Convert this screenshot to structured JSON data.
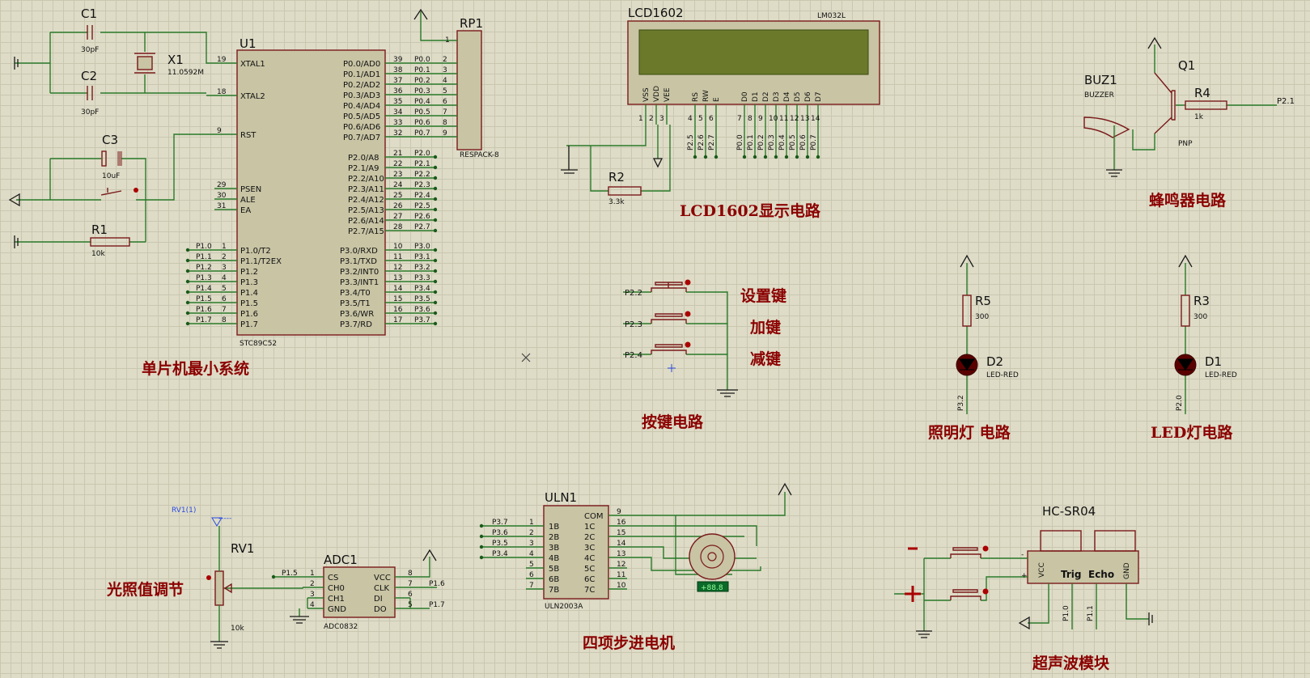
{
  "components": {
    "c1": {
      "ref": "C1",
      "value": "30pF"
    },
    "c2": {
      "ref": "C2",
      "value": "30pF"
    },
    "c3": {
      "ref": "C3",
      "value": "10uF"
    },
    "x1": {
      "ref": "X1",
      "value": "11.0592M"
    },
    "r1": {
      "ref": "R1",
      "value": "10k"
    },
    "r2": {
      "ref": "R2",
      "value": "3.3k"
    },
    "r3": {
      "ref": "R3",
      "value": "300"
    },
    "r4": {
      "ref": "R4",
      "value": "1k"
    },
    "r5": {
      "ref": "R5",
      "value": "300"
    },
    "u1": {
      "ref": "U1",
      "part": "STC89C52"
    },
    "rp1": {
      "ref": "RP1",
      "part": "RESPACK-8"
    },
    "lcd": {
      "ref": "LCD1602",
      "part": "LM032L"
    },
    "buz1": {
      "ref": "BUZ1",
      "part": "BUZZER"
    },
    "q1": {
      "ref": "Q1",
      "part": "PNP"
    },
    "d1": {
      "ref": "D1",
      "part": "LED-RED"
    },
    "d2": {
      "ref": "D2",
      "part": "LED-RED"
    },
    "rv1": {
      "ref": "RV1",
      "value": "10k",
      "probe": "RV1(1)",
      "probe_val": "-----"
    },
    "adc1": {
      "ref": "ADC1",
      "part": "ADC0832"
    },
    "uln1": {
      "ref": "ULN1",
      "part": "ULN2003A"
    },
    "hcsr04": {
      "ref": "HC-SR04",
      "pin_vcc": "VCC",
      "pin_trig": "Trig",
      "pin_echo": "Echo",
      "pin_gnd": "GND",
      "minus": "-",
      "plus": "+"
    }
  },
  "sections": {
    "mcu": "单片机最小系统",
    "lcd": "LCD1602显示电路",
    "keys": "按键电路",
    "buzzer": "蜂鸣器电路",
    "lighting": "照明灯 电路",
    "led": "LED灯电路",
    "light_adjust": "光照值调节",
    "stepper": "四项步进电机",
    "ultrasonic": "超声波模块"
  },
  "keys": {
    "set": "设置键",
    "add": "加键",
    "sub": "减键",
    "p22": "P2.2",
    "p23": "P2.3",
    "p24": "P2.4"
  },
  "u1_left": [
    {
      "pin": "19",
      "name": "XTAL1"
    },
    {
      "pin": "18",
      "name": "XTAL2"
    },
    {
      "pin": "9",
      "name": "RST"
    },
    {
      "pin": "29",
      "name": "PSEN"
    },
    {
      "pin": "30",
      "name": "ALE"
    },
    {
      "pin": "31",
      "name": "EA"
    }
  ],
  "u1_p1": [
    {
      "pin": "1",
      "name": "P1.0/T2",
      "net": "P1.0"
    },
    {
      "pin": "2",
      "name": "P1.1/T2EX",
      "net": "P1.1"
    },
    {
      "pin": "3",
      "name": "P1.2",
      "net": "P1.2"
    },
    {
      "pin": "4",
      "name": "P1.3",
      "net": "P1.3"
    },
    {
      "pin": "5",
      "name": "P1.4",
      "net": "P1.4"
    },
    {
      "pin": "6",
      "name": "P1.5",
      "net": "P1.5"
    },
    {
      "pin": "7",
      "name": "P1.6",
      "net": "P1.6"
    },
    {
      "pin": "8",
      "name": "P1.7",
      "net": "P1.7"
    }
  ],
  "u1_p0": [
    {
      "pin": "39",
      "name": "P0.0/AD0",
      "net": "P0.0",
      "rp": "2"
    },
    {
      "pin": "38",
      "name": "P0.1/AD1",
      "net": "P0.1",
      "rp": "3"
    },
    {
      "pin": "37",
      "name": "P0.2/AD2",
      "net": "P0.2",
      "rp": "4"
    },
    {
      "pin": "36",
      "name": "P0.3/AD3",
      "net": "P0.3",
      "rp": "5"
    },
    {
      "pin": "35",
      "name": "P0.4/AD4",
      "net": "P0.4",
      "rp": "6"
    },
    {
      "pin": "34",
      "name": "P0.5/AD5",
      "net": "P0.5",
      "rp": "7"
    },
    {
      "pin": "33",
      "name": "P0.6/AD6",
      "net": "P0.6",
      "rp": "8"
    },
    {
      "pin": "32",
      "name": "P0.7/AD7",
      "net": "P0.7",
      "rp": "9"
    }
  ],
  "u1_p2": [
    {
      "pin": "21",
      "name": "P2.0/A8",
      "net": "P2.0"
    },
    {
      "pin": "22",
      "name": "P2.1/A9",
      "net": "P2.1"
    },
    {
      "pin": "23",
      "name": "P2.2/A10",
      "net": "P2.2"
    },
    {
      "pin": "24",
      "name": "P2.3/A11",
      "net": "P2.3"
    },
    {
      "pin": "25",
      "name": "P2.4/A12",
      "net": "P2.4"
    },
    {
      "pin": "26",
      "name": "P2.5/A13",
      "net": "P2.5"
    },
    {
      "pin": "27",
      "name": "P2.6/A14",
      "net": "P2.6"
    },
    {
      "pin": "28",
      "name": "P2.7/A15",
      "net": "P2.7"
    }
  ],
  "u1_p3": [
    {
      "pin": "10",
      "name": "P3.0/RXD",
      "net": "P3.0"
    },
    {
      "pin": "11",
      "name": "P3.1/TXD",
      "net": "P3.1"
    },
    {
      "pin": "12",
      "name": "P3.2/INT0",
      "net": "P3.2"
    },
    {
      "pin": "13",
      "name": "P3.3/INT1",
      "net": "P3.3"
    },
    {
      "pin": "14",
      "name": "P3.4/T0",
      "net": "P3.4"
    },
    {
      "pin": "15",
      "name": "P3.5/T1",
      "net": "P3.5"
    },
    {
      "pin": "16",
      "name": "P3.6/WR",
      "net": "P3.6"
    },
    {
      "pin": "17",
      "name": "P3.7/RD",
      "net": "P3.7"
    }
  ],
  "rp1_pin1": "1",
  "lcd_pins": [
    {
      "name": "VSS",
      "pin": "1",
      "net": ""
    },
    {
      "name": "VDD",
      "pin": "2",
      "net": ""
    },
    {
      "name": "VEE",
      "pin": "3",
      "net": ""
    },
    {
      "name": "RS",
      "pin": "4",
      "net": "P2.5"
    },
    {
      "name": "RW",
      "pin": "5",
      "net": "P2.6"
    },
    {
      "name": "E",
      "pin": "6",
      "net": "P2.7"
    },
    {
      "name": "D0",
      "pin": "7",
      "net": "P0.0"
    },
    {
      "name": "D1",
      "pin": "8",
      "net": "P0.1"
    },
    {
      "name": "D2",
      "pin": "9",
      "net": "P0.2"
    },
    {
      "name": "D3",
      "pin": "10",
      "net": "P0.3"
    },
    {
      "name": "D4",
      "pin": "11",
      "net": "P0.4"
    },
    {
      "name": "D5",
      "pin": "12",
      "net": "P0.5"
    },
    {
      "name": "D6",
      "pin": "13",
      "net": "P0.6"
    },
    {
      "name": "D7",
      "pin": "14",
      "net": "P0.7"
    }
  ],
  "adc_pins": {
    "left": [
      {
        "pin": "1",
        "name": "CS"
      },
      {
        "pin": "2",
        "name": "CH0"
      },
      {
        "pin": "3",
        "name": "CH1"
      },
      {
        "pin": "4",
        "name": "GND"
      }
    ],
    "right": [
      {
        "pin": "8",
        "name": "VCC"
      },
      {
        "pin": "7",
        "name": "CLK"
      },
      {
        "pin": "6",
        "name": "DI"
      },
      {
        "pin": "5",
        "name": "DO"
      }
    ],
    "net_cs": "P1.5",
    "net_clk": "P1.6",
    "net_do": "P1.7"
  },
  "uln_pins": {
    "left": [
      {
        "pin": "1",
        "name": "1B",
        "net": "P3.7"
      },
      {
        "pin": "2",
        "name": "2B",
        "net": "P3.6"
      },
      {
        "pin": "3",
        "name": "3B",
        "net": "P3.5"
      },
      {
        "pin": "4",
        "name": "4B",
        "net": "P3.4"
      },
      {
        "pin": "5",
        "name": "5B",
        "net": ""
      },
      {
        "pin": "6",
        "name": "6B",
        "net": ""
      },
      {
        "pin": "7",
        "name": "7B",
        "net": ""
      }
    ],
    "right": [
      {
        "pin": "9",
        "name": "COM"
      },
      {
        "pin": "16",
        "name": "1C"
      },
      {
        "pin": "15",
        "name": "2C"
      },
      {
        "pin": "14",
        "name": "3C"
      },
      {
        "pin": "13",
        "name": "4C"
      },
      {
        "pin": "12",
        "name": "5C"
      },
      {
        "pin": "11",
        "name": "6C"
      },
      {
        "pin": "10",
        "name": "7C"
      }
    ],
    "motor_readout": "+88.8"
  },
  "misc_nets": {
    "r4_net": "P2.1",
    "d2_net": "P3.2",
    "d1_net": "P2.0",
    "hc_trig_net": "P1.0",
    "hc_echo_net": "P1.1"
  }
}
